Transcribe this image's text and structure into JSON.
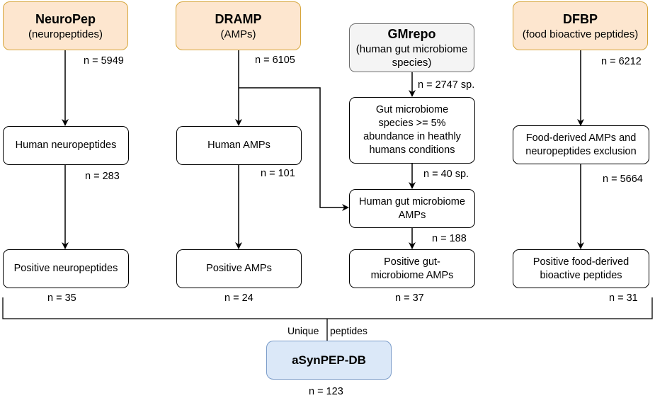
{
  "sources": {
    "neuropep": {
      "title": "NeuroPep",
      "subtitle": "(neuropeptides)"
    },
    "dramp": {
      "title": "DRAMP",
      "subtitle": "(AMPs)"
    },
    "gmrepo": {
      "title": "GMrepo",
      "subtitle_line1": "(human gut microbiome",
      "subtitle_line2": "species)"
    },
    "dfbp": {
      "title": "DFBP",
      "subtitle": "(food bioactive peptides)"
    }
  },
  "steps": {
    "human_neuropeptides": "Human neuropeptides",
    "positive_neuropeptides": "Positive neuropeptides",
    "human_amps": "Human AMPs",
    "positive_amps": "Positive AMPs",
    "gut_species_filter": [
      "Gut microbiome",
      "species >= 5%",
      "abundance in heathly",
      "humans conditions"
    ],
    "human_gut_amps": [
      "Human gut microbiome",
      "AMPs"
    ],
    "positive_gut_amps": [
      "Positive gut-",
      "microbiome AMPs"
    ],
    "food_exclusion": [
      "Food-derived AMPs and",
      "neuropeptides exclusion"
    ],
    "positive_food": [
      "Positive food-derived",
      "bioactive peptides"
    ]
  },
  "counts": {
    "neuropep_total": "n = 5949",
    "neuropep_human": "n = 283",
    "neuropep_positive": "n = 35",
    "dramp_total": "n = 6105",
    "dramp_human": "n = 101",
    "dramp_positive": "n = 24",
    "gmrepo_species": "n = 2747 sp.",
    "gmrepo_filtered": "n = 40 sp.",
    "gut_amps": "n = 188",
    "gut_positive": "n = 37",
    "dfbp_total": "n = 6212",
    "dfbp_excluded": "n = 5664",
    "dfbp_positive": "n = 31",
    "final": "n = 123"
  },
  "merge": {
    "label_left": "Unique",
    "label_right": "peptides"
  },
  "database": {
    "title": "aSynPEP-DB"
  },
  "colors": {
    "source_fill": "#fde6cf",
    "source_border": "#d6a53a",
    "gmrepo_fill": "#f4f4f4",
    "db_fill": "#dbe8f8",
    "db_border": "#7b9cc9"
  }
}
